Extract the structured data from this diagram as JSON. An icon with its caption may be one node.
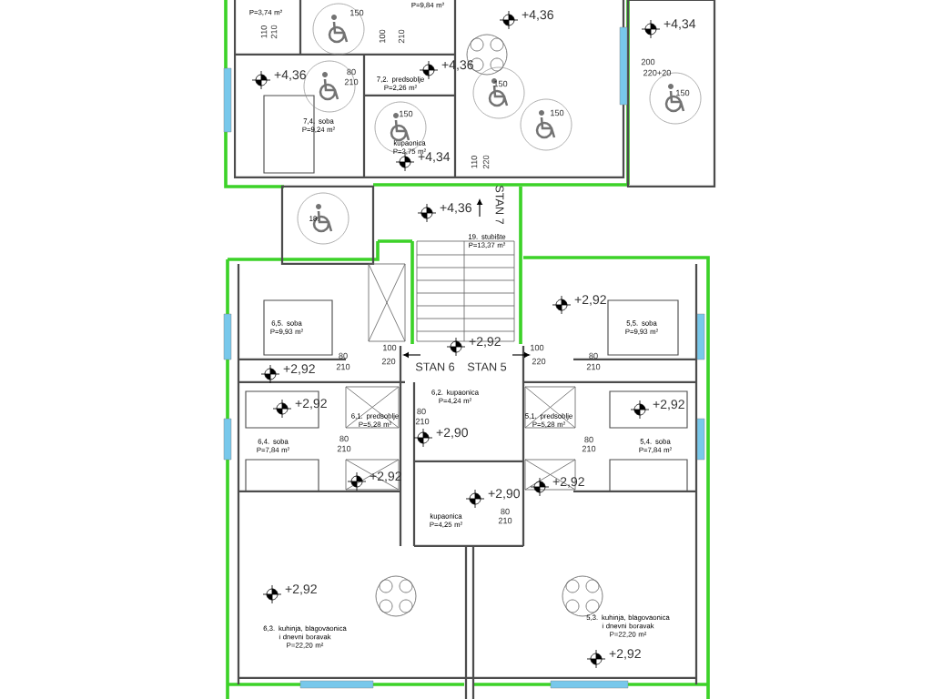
{
  "diagram": {
    "nodes": [
      {
        "text": [
          "P=3,74 m²"
        ]
      },
      {
        "text": [
          "P=9,84 m²"
        ]
      },
      {
        "text": [
          "7,2. predsoblje",
          "P=2,26 m²"
        ]
      },
      {
        "text": [
          "7,4. soba",
          "P=9,24 m²"
        ]
      },
      {
        "text": [
          "kupaonica",
          "P=3,75 m²"
        ]
      },
      {
        "text": [
          "18."
        ]
      },
      {
        "text": [
          "19. stubište",
          "P=13,37 m²"
        ]
      },
      {
        "text": [
          "6,5. soba",
          "P=9,93 m²"
        ]
      },
      {
        "text": [
          "5,5. soba",
          "P=9,93 m²"
        ]
      },
      {
        "text": [
          "6,2. kupaonica",
          "P=4,24 m²"
        ]
      },
      {
        "text": [
          "6,1. predsoblje",
          "P=5,28 m²"
        ]
      },
      {
        "text": [
          "5,1. predsoblje",
          "P=5,28 m²"
        ]
      },
      {
        "text": [
          "6,4. soba",
          "P=7,84 m²"
        ]
      },
      {
        "text": [
          "5,4. soba",
          "P=7,84 m²"
        ]
      },
      {
        "text": [
          "kupaonica",
          "P=4,25 m²"
        ]
      },
      {
        "text": [
          "6,3. kuhinja, blagovaonica i dnevni boravak",
          "P=22,20 m²"
        ]
      },
      {
        "text": [
          "5,3. kuhinja, blagovaonica i dnevni boravak",
          "P=22,20 m²"
        ]
      }
    ],
    "labels": [
      "110",
      "210",
      "150",
      "100",
      "210",
      "+4,36",
      "80",
      "210",
      "+4,36",
      "+4,36",
      "+4,34",
      "200",
      "220+20",
      "150",
      "150",
      "150",
      "150",
      "+4,34",
      "110",
      "220",
      "STAN 7",
      "+4,36",
      "+2,92",
      "+2,92",
      "100",
      "220",
      "STAN 6",
      "STAN 5",
      "100",
      "220",
      "80",
      "210",
      "80",
      "210",
      "+2,92",
      "+2,92",
      "80",
      "210",
      "+2,90",
      "+2,92",
      "80",
      "210",
      "80",
      "210",
      "+2,92",
      "+2,92",
      "+2,90",
      "80",
      "210",
      "+2,92",
      "+2,92"
    ]
  }
}
